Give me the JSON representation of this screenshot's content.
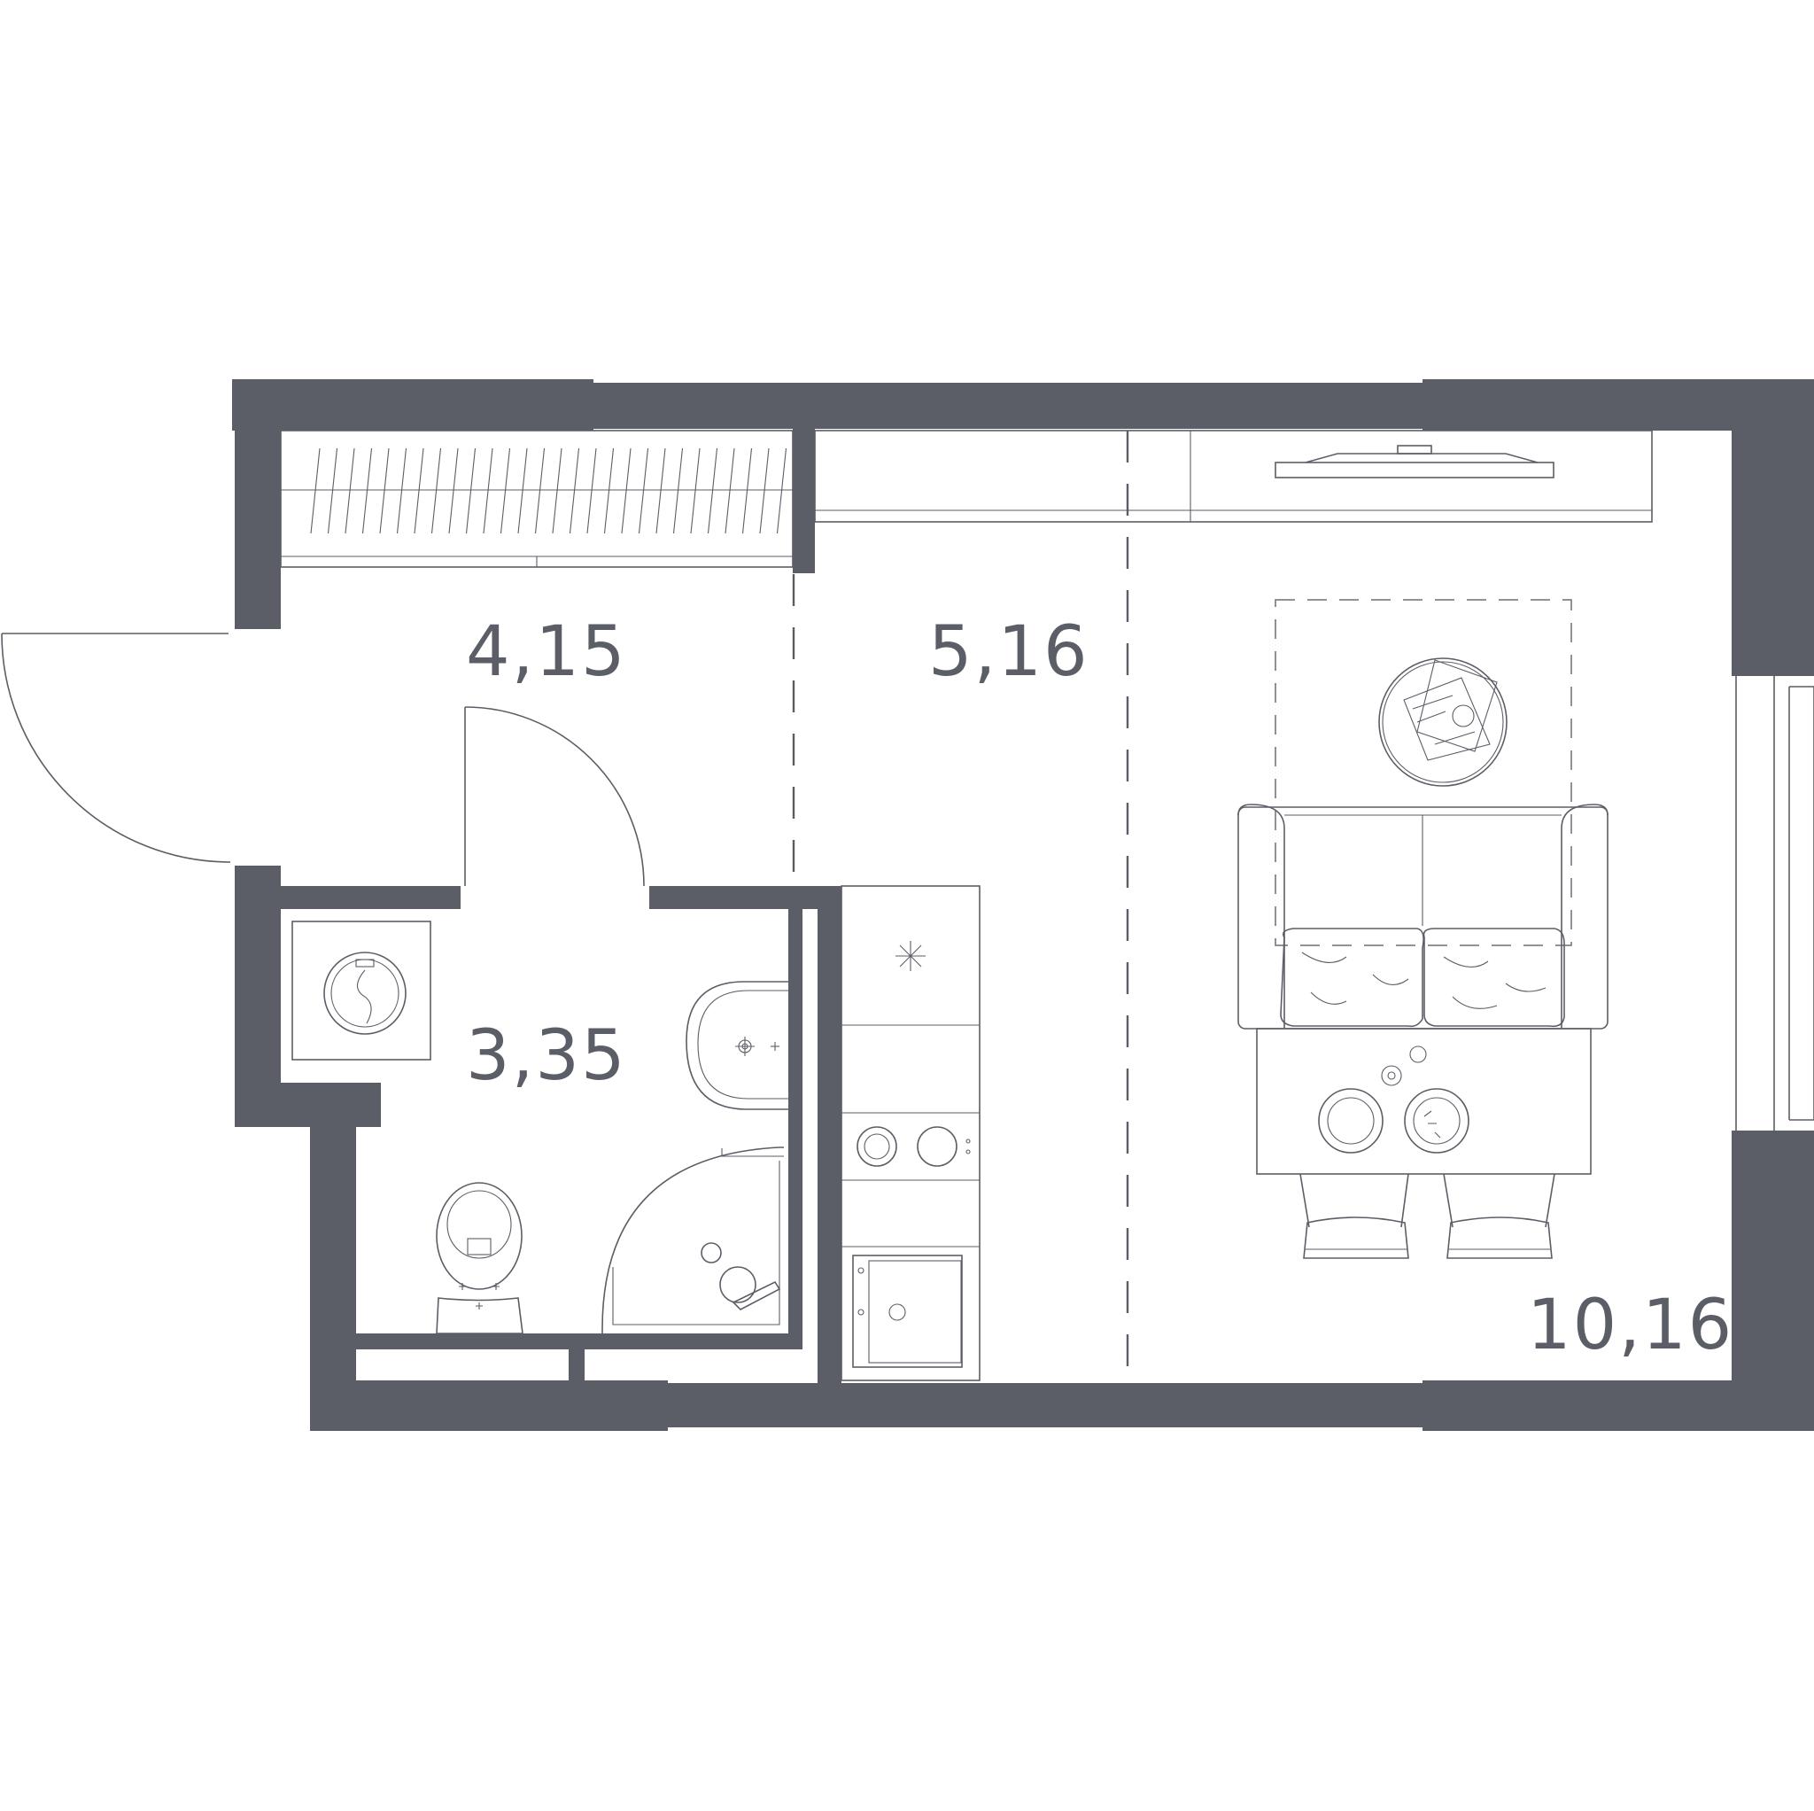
{
  "rooms": [
    {
      "id": "hallway",
      "area": "4,15"
    },
    {
      "id": "kitchen",
      "area": "5,16"
    },
    {
      "id": "bathroom",
      "area": "3,35"
    },
    {
      "id": "living",
      "area": "10,16"
    }
  ],
  "colors": {
    "wall": "#5b5e66",
    "line": "#5b5e66",
    "background": "#ffffff"
  }
}
